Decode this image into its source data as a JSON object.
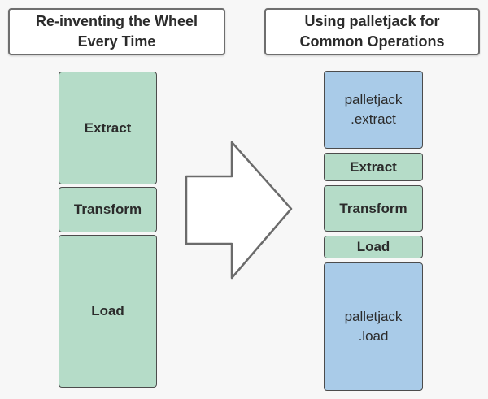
{
  "colors": {
    "background": "#f7f7f7",
    "green": "#b5dcc8",
    "blue": "#a9cbe8",
    "text": "#2b2b2b",
    "arrow_fill": "#ffffff",
    "arrow_stroke": "#6b6b6b"
  },
  "left": {
    "title": "Re-inventing the Wheel\nEvery Time",
    "blocks": [
      {
        "label": "Extract"
      },
      {
        "label": "Transform"
      },
      {
        "label": "Load"
      }
    ]
  },
  "right": {
    "title": "Using palletjack for\nCommon Operations",
    "blocks": [
      {
        "label": "palletjack\n.extract"
      },
      {
        "label": "Extract"
      },
      {
        "label": "Transform"
      },
      {
        "label": "Load"
      },
      {
        "label": "palletjack\n.load"
      }
    ]
  },
  "arrow": {
    "meaning": "transforms-into"
  }
}
